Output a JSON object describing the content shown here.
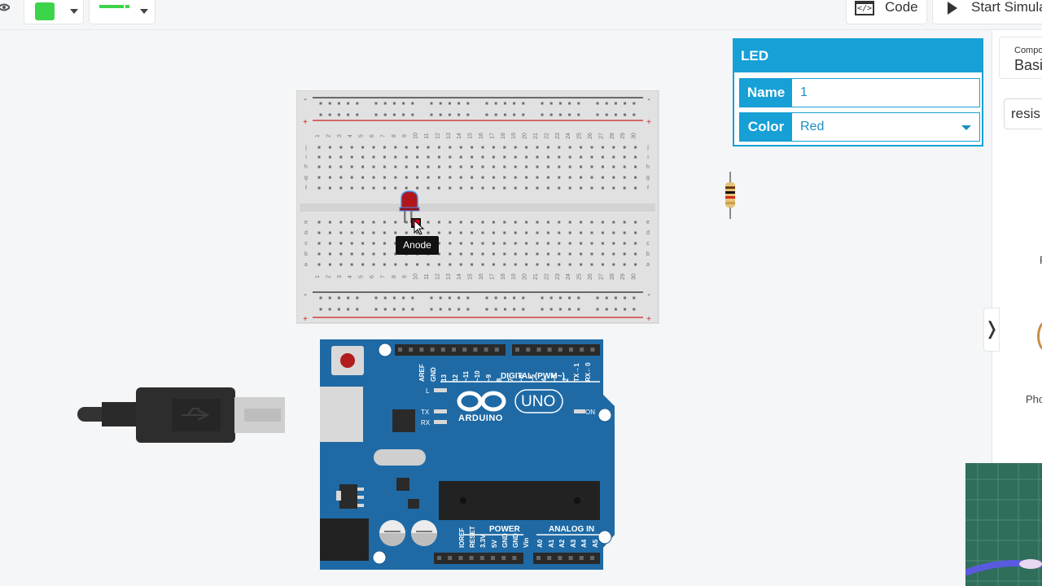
{
  "toolbar": {
    "code_label": "Code",
    "simulate_label": "Start Simula",
    "fill_color": "#3cd44b",
    "line_color": "#3cd44b"
  },
  "inspector": {
    "title": "LED",
    "name_label": "Name",
    "name_value": "1",
    "color_label": "Color",
    "color_value": "Red"
  },
  "sidebar": {
    "components_label": "Compo",
    "components_value": "Basi",
    "search_value": "resis",
    "item_label_1": "F",
    "item_label_2": "Pho"
  },
  "tooltip": "Anode",
  "arduino": {
    "brand": "ARDUINO",
    "model": "UNO",
    "digital_label": "DIGITAL (PWM~)",
    "power_label": "POWER",
    "analog_label": "ANALOG IN",
    "on_label": "ON",
    "l_label": "L",
    "tx_label": "TX",
    "rx_label": "RX",
    "top_pins": [
      "AREF",
      "GND",
      "13",
      "12",
      "~11",
      "~10",
      "~9",
      "8",
      "7",
      "~6",
      "~5",
      "4",
      "~3",
      "2",
      "TX→1",
      "RX←0"
    ],
    "power_pins": [
      "IOREF",
      "RESET",
      "3.3V",
      "5V",
      "GND",
      "GND",
      "Vin"
    ],
    "analog_pins": [
      "A0",
      "A1",
      "A2",
      "A3",
      "A4",
      "A5"
    ]
  },
  "breadboard": {
    "columns": [
      "1",
      "2",
      "3",
      "4",
      "5",
      "6",
      "7",
      "8",
      "9",
      "10",
      "11",
      "12",
      "13",
      "14",
      "15",
      "16",
      "17",
      "18",
      "19",
      "20",
      "21",
      "22",
      "23",
      "24",
      "25",
      "26",
      "27",
      "28",
      "29",
      "30"
    ],
    "rows_top": [
      "j",
      "i",
      "h",
      "g",
      "f"
    ],
    "rows_bottom": [
      "e",
      "d",
      "c",
      "b",
      "a"
    ],
    "minus": "-",
    "plus": "+"
  },
  "colors": {
    "accent": "#17a0d6",
    "board": "#1f6aa5",
    "led": "#b0161c"
  }
}
